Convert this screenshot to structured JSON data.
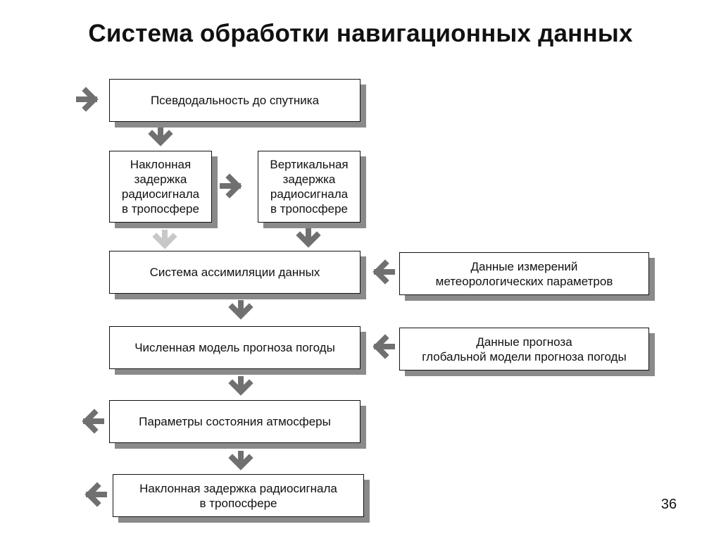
{
  "title": "Система обработки навигационных данных",
  "page_number": "36",
  "boxes": {
    "pseudorange": "Псевдодальность до спутника",
    "slant_delay": "Наклонная\nзадержка\nрадиосигнала\nв тропосфере",
    "vertical_delay": "Вертикальная\nзадержка\nрадиосигнала\nв тропосфере",
    "assimilation": "Система ассимиляции данных",
    "meteo_data": "Данные измерений\nметеорологических параметров",
    "nwp_model": "Численная модель прогноза погоды",
    "global_forecast": "Данные прогноза\nглобальной модели прогноза погоды",
    "atmosphere_params": "Параметры состояния атмосферы",
    "slant_delay_output": "Наклонная задержка радиосигнала\nв тропосфере"
  },
  "colors": {
    "arrow": "#707070",
    "arrow_light": "#c8c8c8",
    "shadow": "#8a8a8a",
    "border": "#111111"
  }
}
